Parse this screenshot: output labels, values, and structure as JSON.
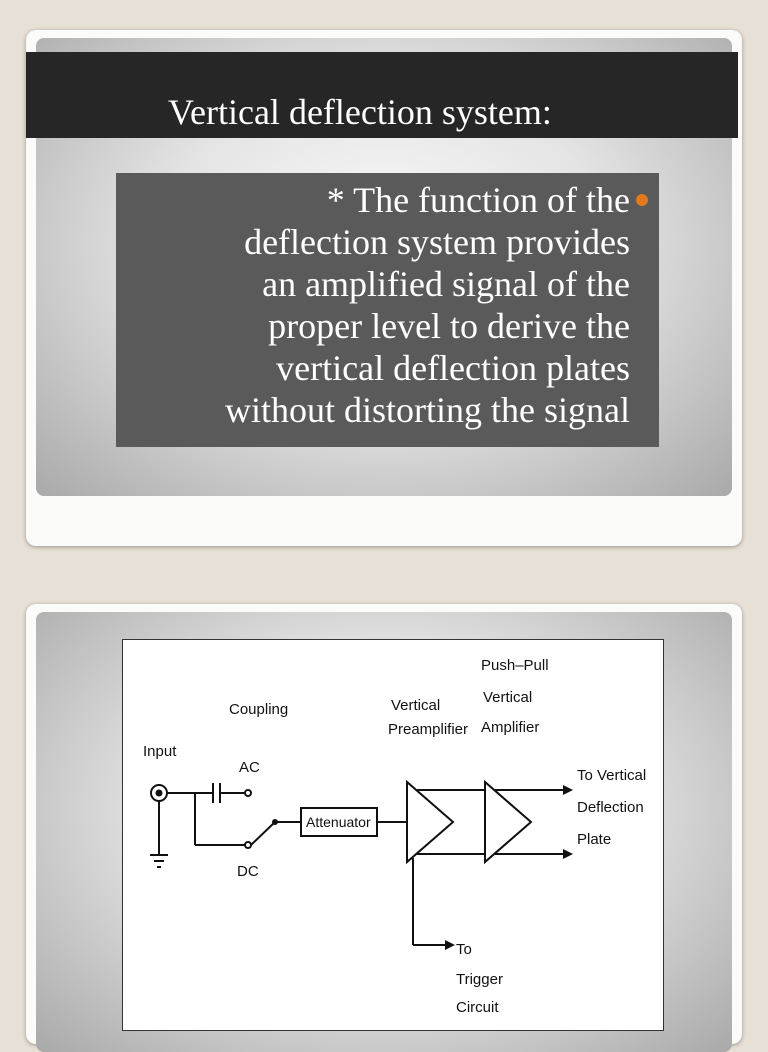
{
  "slide1": {
    "title": "Vertical deflection system:",
    "body_lines": [
      "* The function of the",
      "deflection system provides",
      "an amplified signal of the",
      "proper level to derive the",
      "vertical deflection plates",
      "without distorting the signal"
    ],
    "bullet_color": "#e07a1c"
  },
  "slide2": {
    "diagram": {
      "coupling": "Coupling",
      "input": "Input",
      "ac": "AC",
      "dc": "DC",
      "attenuator": "Attenuator",
      "vertical": "Vertical",
      "preamplifier": "Preamplifier",
      "push_pull": "Push–Pull",
      "vertical2": "Vertical",
      "amplifier": "Amplifier",
      "to_vertical": "To Vertical",
      "deflection": "Deflection",
      "plate": "Plate",
      "to": "To",
      "trigger": "Trigger",
      "circuit": "Circuit"
    }
  }
}
